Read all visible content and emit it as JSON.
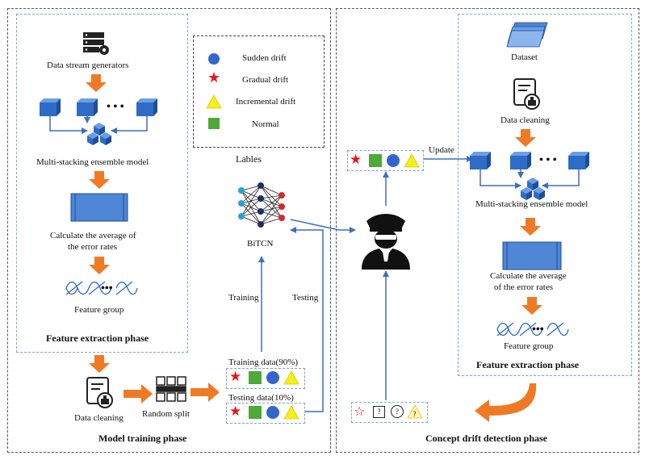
{
  "legend": {
    "sudden": "Sudden drift",
    "gradual": "Gradual drift",
    "incremental": "Incremental drift",
    "normal": "Normal"
  },
  "left": {
    "generator": "Data stream generators",
    "ellipsis": "• • •",
    "ensemble": "Multi-stacking ensemble model",
    "avg_line1": "Calculate the average of",
    "avg_line2": "the error rates",
    "feature_group": "Feature group",
    "phase_title": "Feature extraction phase",
    "cleaning": "Data cleaning",
    "random_split": "Random split",
    "model_training": "Model training phase"
  },
  "middle": {
    "labels": "Lables",
    "bitcn": "BiTCN",
    "training": "Training",
    "testing": "Testing",
    "training_data": "Training data(90%)",
    "testing_data": "Testing data(10%)"
  },
  "right": {
    "update": "Update",
    "dataset": "Dataset",
    "cleaning": "Data cleaning",
    "ellipsis": "• • •",
    "ensemble": "Multi-stacking ensemble model",
    "avg_line1": "Calculate the average",
    "avg_line2": "of the error rates",
    "feature_group": "Feature group",
    "phase_title": "Feature extraction phase",
    "detection": "Concept drift detection phase",
    "unknown": "?"
  },
  "colors": {
    "cube": "#2e6cc7",
    "arrow_orange": "#f07a24",
    "arrow_blue": "#3d6fc2",
    "legend_circle": "#3366cc",
    "legend_star": "#e8151b",
    "legend_triangle": "#f5ef1a",
    "legend_square": "#4fa83a"
  }
}
